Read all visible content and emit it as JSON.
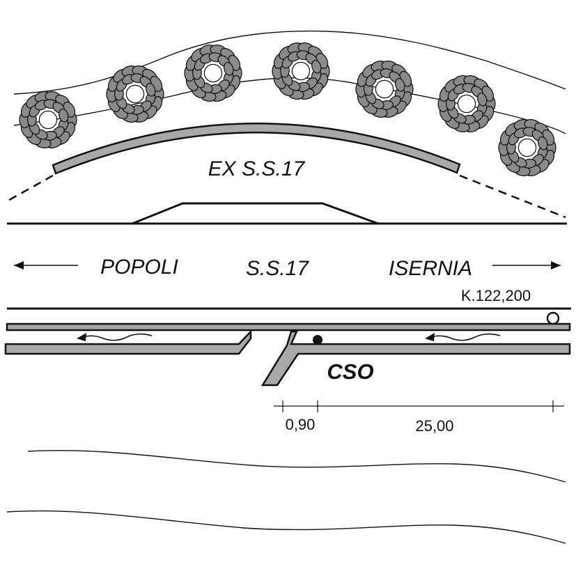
{
  "labels": {
    "old_road": "EX S.S.17",
    "main_road": "S.S.17",
    "direction_left": "POPOLI",
    "direction_right": "ISERNIA",
    "kilometer": "K.122,200",
    "junction": "CSO",
    "dim_small": "0,90",
    "dim_large": "25,00"
  },
  "icons": {
    "tree": "tree-icon",
    "arrow_left": "arrow-left-icon",
    "arrow_right": "arrow-right-icon",
    "flow_arrow": "wavy-flow-arrow-icon",
    "marker_filled": "filled-dot-icon",
    "marker_open": "open-circle-icon"
  },
  "colors": {
    "line": "#111111",
    "road_fill": "#a8a8a8",
    "tree_fill": "#8a8a8a"
  }
}
